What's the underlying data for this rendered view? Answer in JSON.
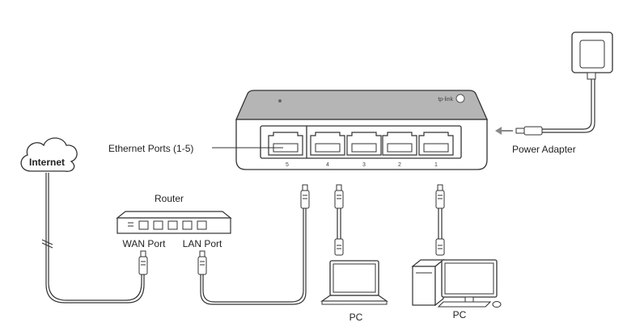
{
  "labels": {
    "internet": "Internet",
    "router": "Router",
    "wan_port": "WAN Port",
    "lan_port": "LAN Port",
    "ethernet_ports": "Ethernet Ports (1-5)",
    "power_adapter": "Power Adapter",
    "pc_left": "PC",
    "pc_right": "PC"
  },
  "switch": {
    "brand_logo": "tp-link",
    "port_numbers": [
      "5",
      "4",
      "3",
      "2",
      "1"
    ]
  },
  "colors": {
    "line": "#333333",
    "switch_top": "#b5b5b5",
    "arrow": "#888888"
  }
}
